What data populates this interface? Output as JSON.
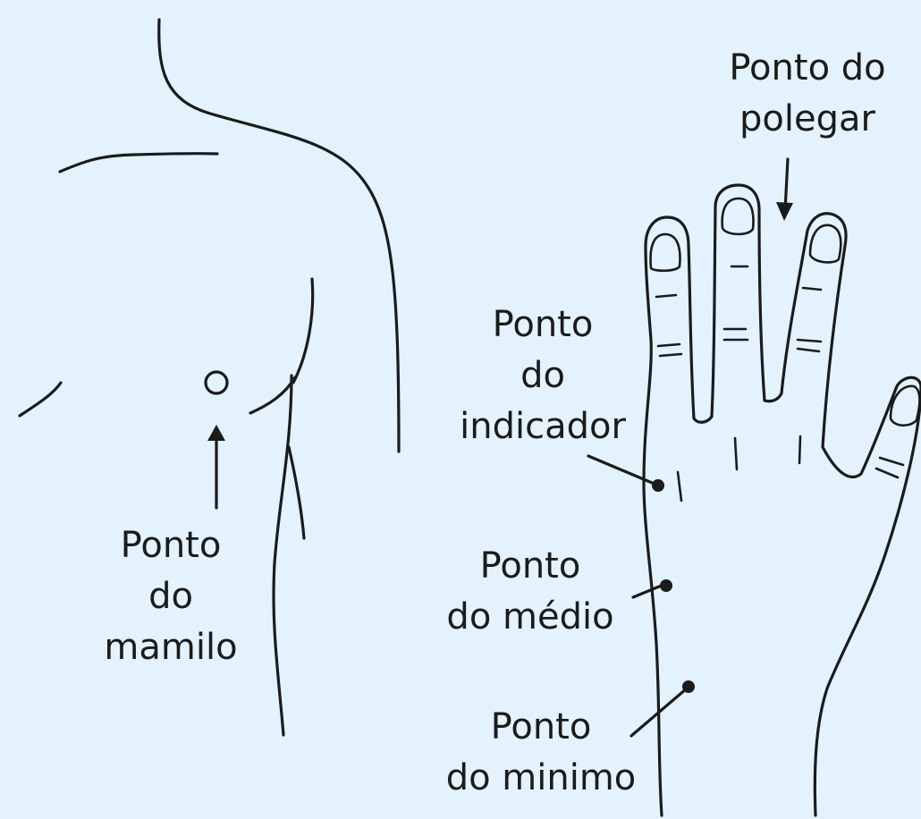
{
  "labels": {
    "nipple": [
      "Ponto",
      "do",
      "mamilo"
    ],
    "thumb": [
      "Ponto do",
      "polegar"
    ],
    "index": [
      "Ponto",
      "do",
      "indicador"
    ],
    "middle": [
      "Ponto",
      "do médio"
    ],
    "little": [
      "Ponto",
      "do minimo"
    ]
  },
  "colors": {
    "background": "#e3f2fc",
    "ink": "#1b1b1b"
  }
}
